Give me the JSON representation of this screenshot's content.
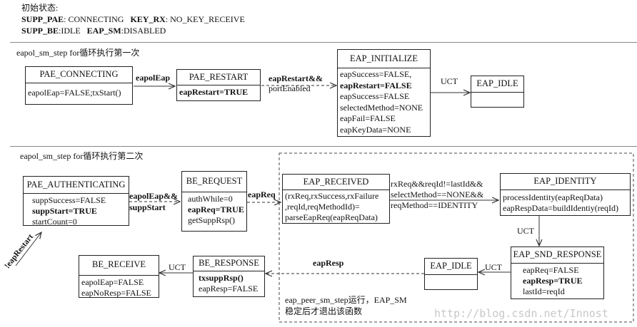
{
  "header": {
    "title": "初始状态:",
    "line1_a": "SUPP_PAE",
    "line1_b": ": CONNECTING",
    "line1_c": "KEY_RX",
    "line1_d": ": NO_KEY_RECEIVE",
    "line2_a": "SUPP_BE",
    "line2_b": ":IDLE",
    "line2_c": "EAP_SM",
    "line2_d": ":DISABLED"
  },
  "section1": {
    "title": "eapol_sm_step for循环执行第一次",
    "pae_connecting": {
      "name": "PAE_CONNECTING",
      "lines": [
        "eapolEap=FALSE;txStart()"
      ]
    },
    "pae_restart": {
      "name": "PAE_RESTART",
      "lines": [
        "eapRestart=TRUE"
      ]
    },
    "eap_initialize": {
      "name": "EAP_INITIALIZE",
      "lines": [
        "eapSuccess=FALSE,",
        "eapRestart=FALSE",
        "eapSuccess=FALSE",
        "selectedMethod=NONE",
        "eapFail=FALSE",
        "eapKeyData=NONE"
      ]
    },
    "eap_idle": {
      "name": "EAP_IDLE"
    },
    "t1": "eapolEap",
    "t2a": "eapRestart&&",
    "t2b": "portEnabled",
    "t3": "UCT"
  },
  "section2": {
    "title": "eapol_sm_step for循环执行第二次",
    "pae_auth": {
      "name": "PAE_AUTHENTICATING",
      "lines": [
        "suppSuccess=FALSE",
        "suppStart=TRUE",
        "startCount=0"
      ]
    },
    "be_request": {
      "name": "BE_REQUEST",
      "lines": [
        "authWhile=0",
        "eapReq=TRUE",
        "getSuppRsp()"
      ]
    },
    "eap_received": {
      "name": "EAP_RECEIVED",
      "lines": [
        "(rxReq,rxSuccess,rxFailure",
        ",reqId,reqMethodId)=",
        "parseEapReq(eapReqData)"
      ]
    },
    "eap_identity": {
      "name": "EAP_IDENTITY",
      "lines": [
        "processIdentity(eapReqData)",
        "eapRespData=buildIdentiy(reqId)"
      ]
    },
    "eap_snd_response": {
      "name": "EAP_SND_RESPONSE",
      "lines": [
        "eapReq=FALSE",
        "eapResp=TRUE",
        "lastId=reqId"
      ]
    },
    "eap_idle": {
      "name": "EAP_IDLE"
    },
    "be_response": {
      "name": "BE_RESPONSE",
      "lines": [
        "txsuppRsp()",
        "eapResp=FALSE"
      ]
    },
    "be_receive": {
      "name": "BE_RECEIVE",
      "lines": [
        "eapolEap=FALSE",
        "eapNoResp=FALSE"
      ]
    },
    "t_eapolEap": "eapolEap&&",
    "t_suppStart": "suppStart",
    "t_eapReq": "eapReq",
    "t_cond": [
      "rxReq&&reqId!=lastId&&",
      "selectMethod==NONE&&",
      "reqMethod==IDENTITY"
    ],
    "t_uct1": "UCT",
    "t_uct2": "UCT",
    "t_uct3": "UCT",
    "t_eapResp": "eapResp",
    "t_restart": "!eapRestart",
    "note1": "eap_peer_sm_step运行，EAP_SM",
    "note2": "稳定后才退出该函数"
  },
  "watermark": "http://blog.csdn.net/Innost"
}
